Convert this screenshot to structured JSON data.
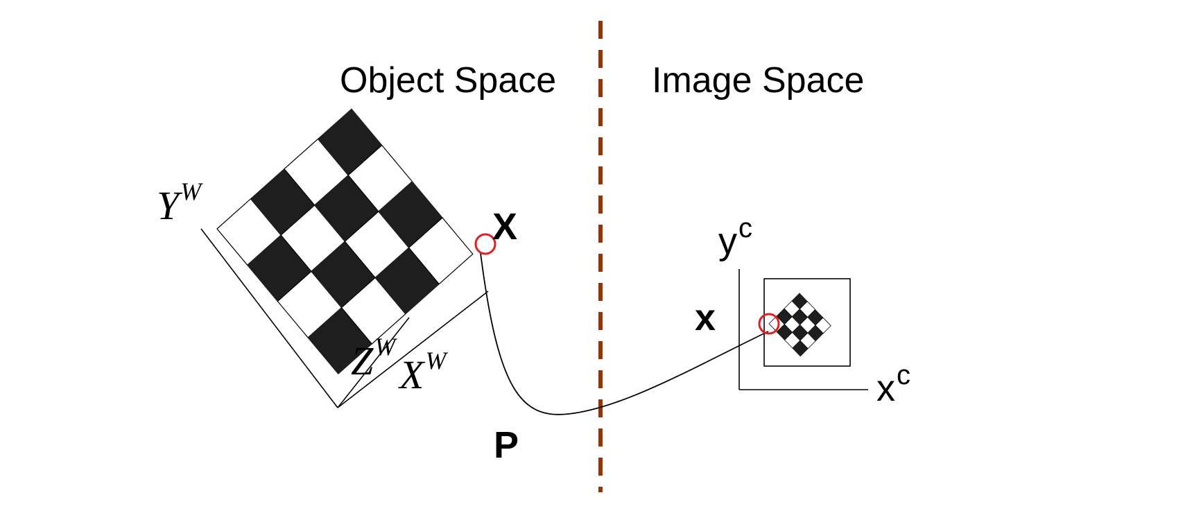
{
  "titles": {
    "object_space": "Object Space",
    "image_space": "Image Space"
  },
  "world_axes": {
    "y": {
      "base": "Y",
      "sup": "W"
    },
    "z": {
      "base": "Z",
      "sup": "W"
    },
    "x": {
      "base": "X",
      "sup": "W"
    }
  },
  "camera_axes": {
    "y": {
      "base": "y",
      "sup": "c"
    },
    "x": {
      "base": "x",
      "sup": "c"
    }
  },
  "labels": {
    "world_point": "X",
    "image_point": "x",
    "projection": "P"
  },
  "colors": {
    "divider": "#993300",
    "marker": "#e02020",
    "checker_dark": "#1e1e1e",
    "line": "#000000"
  }
}
